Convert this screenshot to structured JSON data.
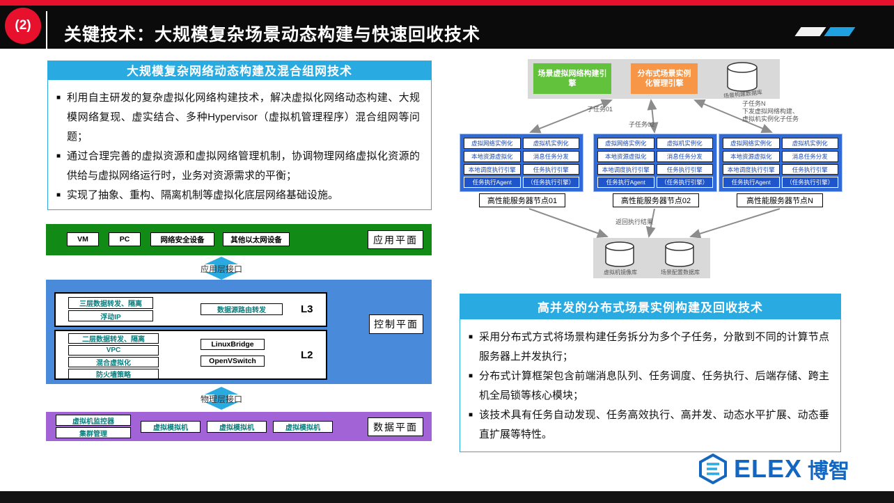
{
  "header": {
    "number": "(2)",
    "title": "关键技术：大规模复杂场景动态构建与快速回收技术"
  },
  "ui": {
    "bullet": "■"
  },
  "left_panel": {
    "title": "大规模复杂网络动态构建及混合组网技术",
    "bullets": [
      "利用自主研发的复杂虚拟化网络构建技术，解决虚拟化网络动态构建、大规模网络复现、虚实结合、多种Hypervisor（虚拟机管理程序）混合组网等问题；",
      "通过合理完善的虚拟资源和虚拟网络管理机制，协调物理网络虚拟化资源的供给与虚拟网络运行时，业务对资源需求的平衡；",
      "实现了抽象、重构、隔离机制等虚拟化底层网络基础设施。"
    ],
    "app_plane": {
      "boxes": [
        "VM",
        "PC",
        "网络安全设备",
        "其他以太网设备"
      ],
      "label": "应用平面"
    },
    "interface_top": "应用层接口",
    "control_plane": {
      "label": "控制平面",
      "l3": {
        "tag": "L3",
        "boxes": [
          "三层数据转发、隔离",
          "浮动IP",
          "数据源路由转发"
        ]
      },
      "l2": {
        "tag": "L2",
        "boxes": [
          "二层数据转发、隔离",
          "VPC",
          "混合虚拟化",
          "防火墙策略"
        ],
        "engines": [
          "LinuxBridge",
          "OpenVSwitch"
        ]
      }
    },
    "interface_bottom": "物理层接口",
    "data_plane": {
      "side_boxes": [
        "虚拟机监控器",
        "集群管理"
      ],
      "boxes": [
        "虚拟模拟机",
        "虚拟模拟机",
        "虚拟模拟机"
      ],
      "label": "数据平面"
    }
  },
  "right_diagram": {
    "engine_green": "场景虚拟网络构建引擎",
    "engine_orange": "分布式场景实例化管理引擎",
    "db_top_label": "场景构建数据库",
    "task_label_1": "子任务01",
    "task_label_2": "子任务02",
    "note_lines": [
      "子任务N",
      "下发虚拟网络构建、",
      "虚拟机实例化子任务"
    ],
    "return_label": "返回执行结果",
    "node_cells": [
      "虚拟网络实例化",
      "虚拟机实例化",
      "本地资源虚拟化",
      "消息任务分发",
      "本地调度执行引擎",
      "任务执行引擎"
    ],
    "agent_cells": [
      "任务执行Agent",
      "（任务执行引擎）"
    ],
    "node_labels": [
      "高性能服务器节点01",
      "高性能服务器节点02",
      "高性能服务器节点N"
    ],
    "db_bottom_labels": [
      "虚拟机镜像库",
      "场景配置数据库"
    ]
  },
  "right_panel": {
    "title": "高并发的分布式场景实例构建及回收技术",
    "bullets": [
      "采用分布式方式将场景构建任务拆分为多个子任务，分散到不同的计算节点服务器上并发执行；",
      "分布式计算框架包含前端消息队列、任务调度、任务执行、后端存储、跨主机全局锁等核心模块；",
      "该技术具有任务自动发现、任务高效执行、高并发、动态水平扩展、动态垂直扩展等特性。"
    ]
  },
  "logo": {
    "brand": "ELEX",
    "suffix": "博智"
  }
}
